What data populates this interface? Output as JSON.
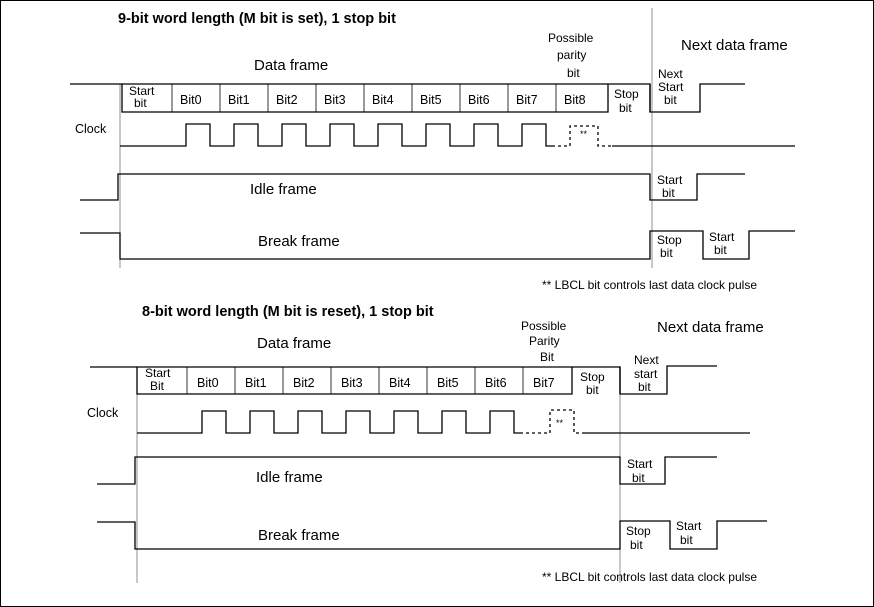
{
  "top": {
    "title": "9-bit word length (M bit is set), 1 stop bit",
    "data_frame": "Data frame",
    "next_data_frame": "Next data frame",
    "possible_parity_bit": [
      "Possible",
      "parity",
      "bit"
    ],
    "start_bit": [
      "Start",
      "bit"
    ],
    "bits": [
      "Bit0",
      "Bit1",
      "Bit2",
      "Bit3",
      "Bit4",
      "Bit5",
      "Bit6",
      "Bit7",
      "Bit8"
    ],
    "stop_bit": [
      "Stop",
      "bit"
    ],
    "next_start_bit": [
      "Next",
      "Start",
      "bit"
    ],
    "clock": "Clock",
    "lbcl_mark": "**",
    "idle_frame": "Idle frame",
    "break_frame": "Break frame",
    "idle_start_bit": [
      "Start",
      "bit"
    ],
    "break_stop_bit": [
      "Stop",
      "bit"
    ],
    "break_start_bit": [
      "Start",
      "bit"
    ],
    "footnote": "** LBCL bit controls last data clock pulse"
  },
  "bottom": {
    "title": "8-bit word length (M bit is reset), 1 stop bit",
    "data_frame": "Data frame",
    "next_data_frame": "Next data frame",
    "possible_parity_bit": [
      "Possible",
      "Parity",
      "Bit"
    ],
    "start_bit": [
      "Start",
      "Bit"
    ],
    "bits": [
      "Bit0",
      "Bit1",
      "Bit2",
      "Bit3",
      "Bit4",
      "Bit5",
      "Bit6",
      "Bit7"
    ],
    "stop_bit": [
      "Stop",
      "bit"
    ],
    "next_start_bit": [
      "Next",
      "start",
      "bit"
    ],
    "clock": "Clock",
    "lbcl_mark": "**",
    "idle_frame": "Idle frame",
    "break_frame": "Break frame",
    "idle_start_bit": [
      "Start",
      "bit"
    ],
    "break_stop_bit": [
      "Stop",
      "bit"
    ],
    "break_start_bit": [
      "Start",
      "bit"
    ],
    "footnote": "** LBCL bit controls last data clock pulse"
  }
}
